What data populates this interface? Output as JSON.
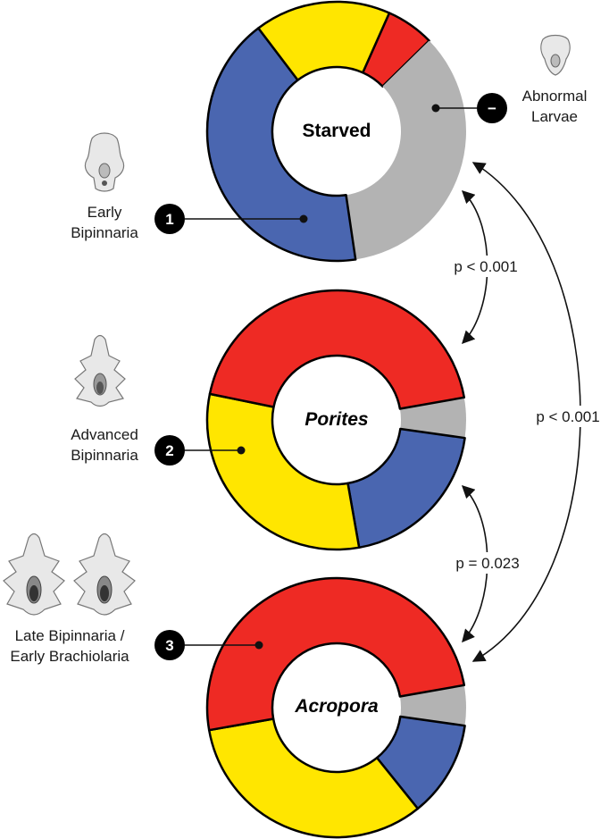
{
  "chart_data": {
    "type": "donut",
    "categories": [
      {
        "key": "abnormal",
        "label_lines": [
          "Abnormal",
          "Larvae"
        ],
        "marker": "−",
        "color": "#b3b3b3"
      },
      {
        "key": "early",
        "label_lines": [
          "Early",
          "Bipinnaria"
        ],
        "marker": "1",
        "color": "#4a66b0"
      },
      {
        "key": "advanced",
        "label_lines": [
          "Advanced",
          "Bipinnaria"
        ],
        "marker": "2",
        "color": "#ffe600"
      },
      {
        "key": "late",
        "label_lines": [
          "Late Bipinnaria /",
          "Early Brachiolaria"
        ],
        "marker": "3",
        "color": "#ee2a24"
      }
    ],
    "donuts": [
      {
        "center_label": "Starved",
        "italic": false,
        "values": {
          "abnormal": 35,
          "early": 42,
          "advanced": 17,
          "late": 6
        }
      },
      {
        "center_label": "Porites",
        "italic": true,
        "values": {
          "abnormal": 5,
          "early": 20,
          "advanced": 31,
          "late": 44
        }
      },
      {
        "center_label": "Acropora",
        "italic": true,
        "values": {
          "abnormal": 5,
          "early": 12,
          "advanced": 33,
          "late": 50
        }
      }
    ],
    "comparisons": [
      {
        "between": [
          "Starved",
          "Porites"
        ],
        "p": "p < 0.001"
      },
      {
        "between": [
          "Porites",
          "Acropora"
        ],
        "p": "p = 0.023"
      },
      {
        "between": [
          "Starved",
          "Acropora"
        ],
        "p": "p < 0.001"
      }
    ]
  }
}
